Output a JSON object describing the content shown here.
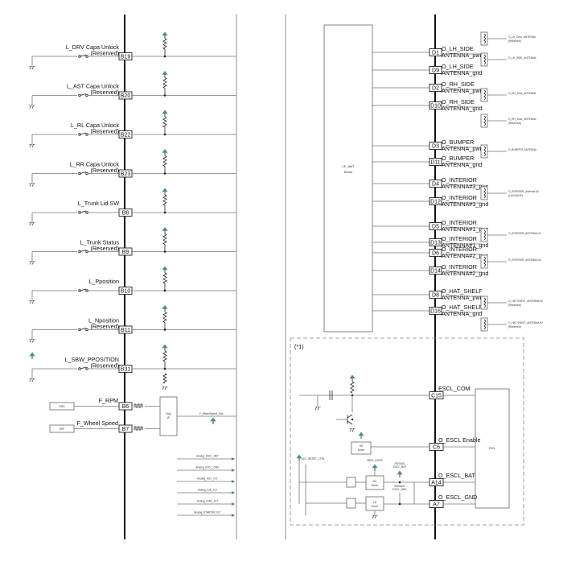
{
  "left_inputs": [
    {
      "name": "L_DRV Capa Unlock",
      "sub": "(Reserved)",
      "pin": "B19"
    },
    {
      "name": "L_AST Capa Unlock",
      "sub": "(Reserved)",
      "pin": "B20"
    },
    {
      "name": "L_RL Capa Unlock",
      "sub": "(Reserved)",
      "pin": "B22"
    },
    {
      "name": "L_RR Capa Unlock",
      "sub": "(Reserved)",
      "pin": "B23"
    },
    {
      "name": "L_Trunk Lid SW",
      "sub": "",
      "pin": "B8"
    },
    {
      "name": "L_Trunk Status",
      "sub": "(Reserved)",
      "pin": "B9"
    },
    {
      "name": "L_Pposition",
      "sub": "",
      "pin": "B10"
    },
    {
      "name": "L_Nposition",
      "sub": "(Reserved)",
      "pin": "B11"
    },
    {
      "name": "L_SBW_PPOSITION",
      "sub": "(Reserved)",
      "pin": "B31"
    }
  ],
  "speed_inputs": [
    {
      "name": "F_RPM",
      "source": "EMS",
      "pin": "B6"
    },
    {
      "name": "F_Wheel Speed",
      "source": "ESP",
      "pin": "B7"
    }
  ],
  "freq_box": {
    "line1": "Freq",
    "line2": "I/F"
  },
  "wheel_signal": "F_WheelSpeed_Sub",
  "analog_signals": [
    "Analog_ESCL_INIT",
    "Analog_ESCL_GND",
    "Analog_ACC_FLT",
    "Analog_IGN_FLT",
    "Analog_IGN2_FLT",
    "Analog_STARTER_FLT"
  ],
  "lf_driver": {
    "line1": "LF_ANT",
    "line2": "Driver"
  },
  "antennas": [
    {
      "pin": "D1",
      "line1": "O_LH_SIDE",
      "line2": "ANTENNA_pwr"
    },
    {
      "pin": "D9",
      "line1": "O_LH_SIDE",
      "line2": "ANTENNA_gnd"
    },
    {
      "pin": "D2",
      "line1": "O_RH_SIDE",
      "line2": "ANTENNA_pwr"
    },
    {
      "pin": "D10",
      "line1": "O_RH_SIDE",
      "line2": "ANTENNA_gnd"
    },
    {
      "pin": "D3",
      "line1": "O_BUMPER",
      "line2": "ANTENNA_pwr"
    },
    {
      "pin": "D11",
      "line1": "O_BUMPER",
      "line2": "ANTENNA_gnd"
    },
    {
      "pin": "D4",
      "line1": "O_INTERIOR",
      "line2": "ANTENNA#3_pwr"
    },
    {
      "pin": "D12",
      "line1": "O_INTERIOR",
      "line2": "ANTENNA#3_gnd"
    },
    {
      "pin": "D5",
      "line1": "O_INTERIOR",
      "line2": "ANTENNA#1_pwr"
    },
    {
      "pin": "D13",
      "line1": "O_INTERIOR",
      "line2": "ANTENNA#1_gnd"
    },
    {
      "pin": "D6",
      "line1": "O_INTERIOR",
      "line2": "ANTENNA#2_pwr"
    },
    {
      "pin": "D14",
      "line1": "O_INTERIOR",
      "line2": "ANTENNA#2_gnd"
    },
    {
      "pin": "D8",
      "line1": "O_HAT_SHELF",
      "line2": "ANTENNA_pwr"
    },
    {
      "pin": "D16",
      "line1": "O_HAT_SHELF",
      "line2": "ANTENNA_gnd"
    }
  ],
  "antenna_parts": [
    {
      "line1": "O_LH_Door_ANTENNA",
      "line2": "(Reserved)"
    },
    {
      "line1": "O_LH_SIDE_ANTENNA",
      "line2": ""
    },
    {
      "line1": "O_RH_Door_ANTENNA",
      "line2": ""
    },
    {
      "line1": "O_RH_Door_ANTENNA",
      "line2": "(Reserved)"
    },
    {
      "line1": "O_BUMPER_ANTENNA",
      "line2": ""
    },
    {
      "line1": "O_INTERIOR_Antenna #3",
      "line2": "(LUGGAGE)"
    },
    {
      "line1": "O_INTERIOR_ANTENNA #1",
      "line2": ""
    },
    {
      "line1": "O_INTERIOR_ANTENNA #2",
      "line2": ""
    },
    {
      "line1": "O_HAT SHELF_ANTENNA #1",
      "line2": "(Reserved)"
    },
    {
      "line1": "O_HAT SHELF_ANTENNA #2",
      "line2": "(Reserved)"
    }
  ],
  "escl": {
    "note": "(*1)",
    "unit": "ESCL",
    "hs_driver": {
      "line1": "HS",
      "line2": "Driver"
    },
    "ls_driver": {
      "line1": "LS",
      "line2": "Driver"
    },
    "micom_signal": "uCC_RESET_CTRL",
    "vbat_signal": "VBAT_LOGIC",
    "fb_bat": {
      "line1": "FB/DIAG",
      "line2": "ESCL_BAT"
    },
    "fb_gnd": {
      "line1": "FB/DIAG",
      "line2": "ESCL_GND"
    },
    "pins": [
      {
        "pin": "C15",
        "name": "ESCL_COM"
      },
      {
        "pin": "C6",
        "name": "O_ESCL Enable"
      },
      {
        "pin": "A14",
        "name": "O_ESCL_BAT"
      },
      {
        "pin": "A7",
        "name": "O_ESCL_GND"
      }
    ]
  },
  "colors": {
    "bus": "#111111",
    "wire": "#777777",
    "vcc": "#4a8a9a"
  }
}
